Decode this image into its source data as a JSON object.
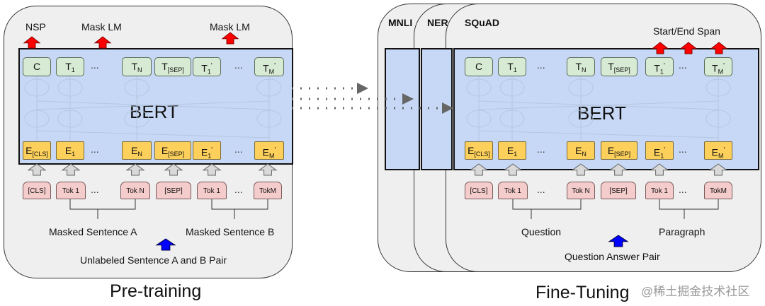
{
  "pretraining": {
    "title": "Pre-training",
    "heads": {
      "nsp": "NSP",
      "mlm1": "Mask LM",
      "mlm2": "Mask LM"
    },
    "model_label": "BERT",
    "outputs": [
      {
        "main": "C",
        "sub": "",
        "prime": ""
      },
      {
        "main": "T",
        "sub": "1",
        "prime": ""
      },
      {
        "main": "T",
        "sub": "N",
        "prime": ""
      },
      {
        "main": "T",
        "sub": "[SEP]",
        "prime": ""
      },
      {
        "main": "T",
        "sub": "1",
        "prime": "'"
      },
      {
        "main": "T",
        "sub": "M",
        "prime": "'"
      }
    ],
    "embeddings": [
      {
        "main": "E",
        "sub": "[CLS]",
        "prime": ""
      },
      {
        "main": "E",
        "sub": "1",
        "prime": ""
      },
      {
        "main": "E",
        "sub": "N",
        "prime": ""
      },
      {
        "main": "E",
        "sub": "[SEP]",
        "prime": ""
      },
      {
        "main": "E",
        "sub": "1",
        "prime": "'"
      },
      {
        "main": "E",
        "sub": "M",
        "prime": "'"
      }
    ],
    "tokens": [
      "[CLS]",
      "Tok 1",
      "Tok N",
      "[SEP]",
      "Tok 1",
      "TokM"
    ],
    "ellipsis": "...",
    "sentence_a": "Masked Sentence A",
    "sentence_b": "Masked Sentence B",
    "input_label": "Unlabeled Sentence A and B Pair"
  },
  "finetuning": {
    "title": "Fine-Tuning",
    "tasks": [
      "MNLI",
      "NER",
      "SQuAD"
    ],
    "head": "Start/End Span",
    "model_label": "BERT",
    "outputs": [
      {
        "main": "C",
        "sub": "",
        "prime": ""
      },
      {
        "main": "T",
        "sub": "1",
        "prime": ""
      },
      {
        "main": "T",
        "sub": "N",
        "prime": ""
      },
      {
        "main": "T",
        "sub": "[SEP]",
        "prime": ""
      },
      {
        "main": "T",
        "sub": "1",
        "prime": "'"
      },
      {
        "main": "T",
        "sub": "M",
        "prime": "'"
      }
    ],
    "embeddings": [
      {
        "main": "E",
        "sub": "[CLS]",
        "prime": ""
      },
      {
        "main": "E",
        "sub": "1",
        "prime": ""
      },
      {
        "main": "E",
        "sub": "N",
        "prime": ""
      },
      {
        "main": "E",
        "sub": "[SEP]",
        "prime": ""
      },
      {
        "main": "E",
        "sub": "1",
        "prime": "'"
      },
      {
        "main": "E",
        "sub": "M",
        "prime": "'"
      }
    ],
    "tokens": [
      "[CLS]",
      "Tok 1",
      "Tok N",
      "[SEP]",
      "Tok 1",
      "TokM"
    ],
    "ellipsis": "...",
    "sentence_a": "Question",
    "sentence_b": "Paragraph",
    "input_label": "Question Answer Pair"
  },
  "watermark": "@稀土掘金技术社区",
  "colors": {
    "panel": "#efefef",
    "bert": "#c6d8f5",
    "output_box": "#d7ead3",
    "embedding_box": "#fdd05b",
    "token_box": "#f5cccc",
    "head_arrow": "#ff0000",
    "input_arrow": "#0000ff",
    "embed_arrow": "#d9d9d9"
  }
}
